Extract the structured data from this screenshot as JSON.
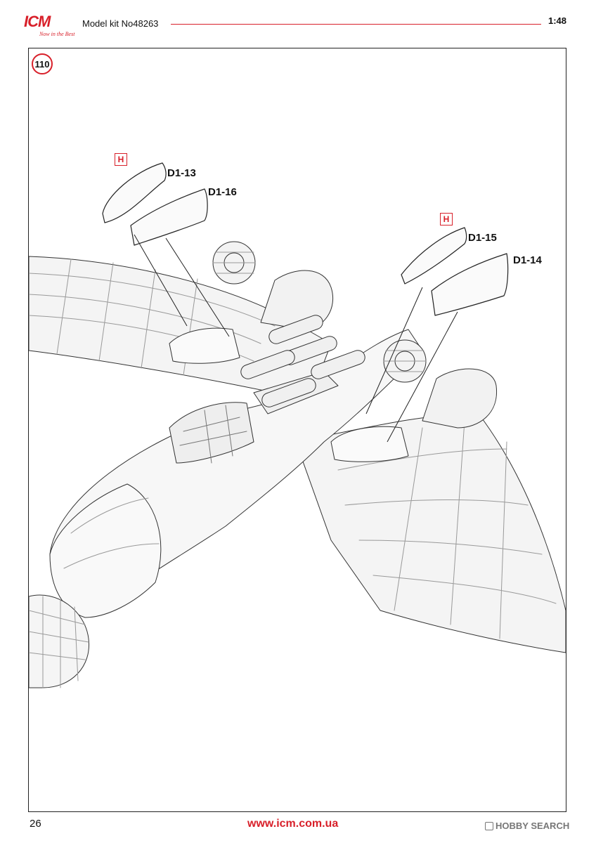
{
  "header": {
    "logo_text": "ICM",
    "logo_tagline": "Now in the Best",
    "kit_title": "Model kit No48263",
    "scale": "1:48"
  },
  "step": {
    "number": "110"
  },
  "parts": [
    {
      "badge": "H",
      "label": "D1-13"
    },
    {
      "label": "D1-16"
    },
    {
      "badge": "H",
      "label": "D1-15"
    },
    {
      "label": "D1-14"
    }
  ],
  "footer": {
    "page_number": "26",
    "website": "www.icm.com.ua",
    "watermark": "HOBBY SEARCH"
  },
  "colors": {
    "accent": "#d8202a",
    "line": "#222222"
  }
}
